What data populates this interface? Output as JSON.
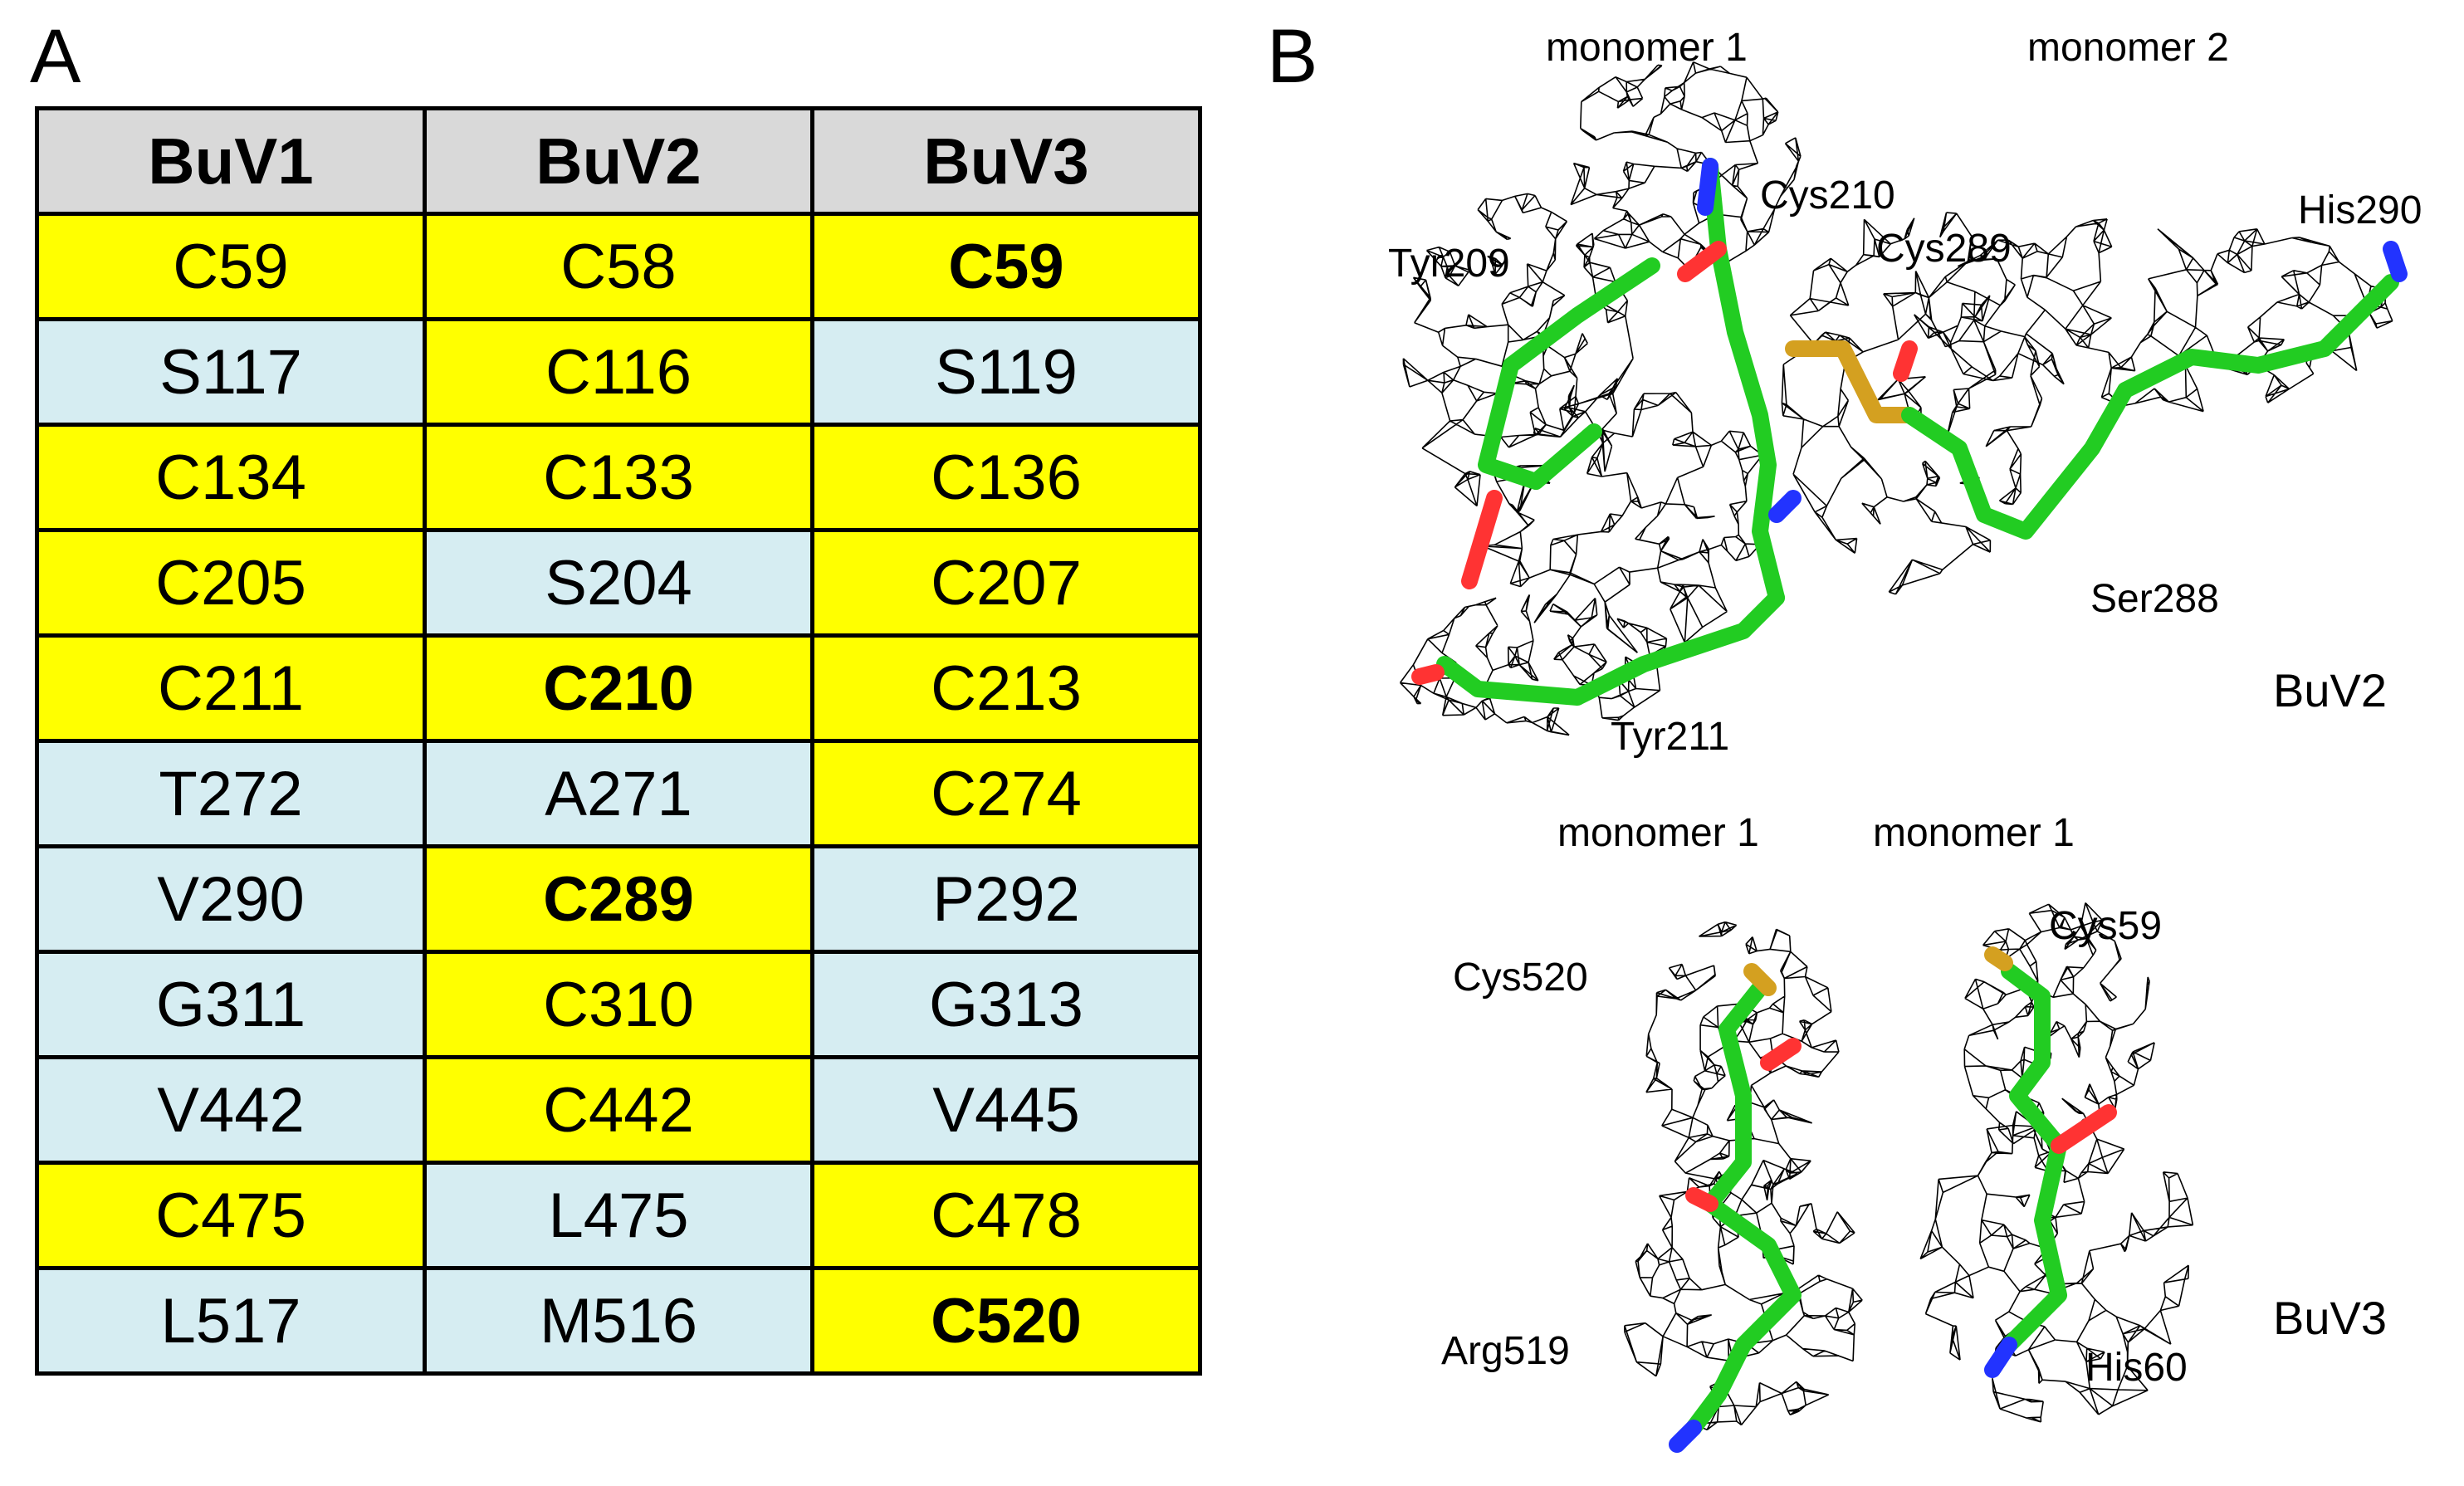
{
  "panel_a_label": "A",
  "panel_b_label": "B",
  "table": {
    "headers": [
      "BuV1",
      "BuV2",
      "BuV3"
    ],
    "rows": [
      [
        {
          "text": "C59",
          "cys": true,
          "bold": false
        },
        {
          "text": "C58",
          "cys": true,
          "bold": false
        },
        {
          "text": "C59",
          "cys": true,
          "bold": true
        }
      ],
      [
        {
          "text": "S117",
          "cys": false,
          "bold": false
        },
        {
          "text": "C116",
          "cys": true,
          "bold": false
        },
        {
          "text": "S119",
          "cys": false,
          "bold": false
        }
      ],
      [
        {
          "text": "C134",
          "cys": true,
          "bold": false
        },
        {
          "text": "C133",
          "cys": true,
          "bold": false
        },
        {
          "text": "C136",
          "cys": true,
          "bold": false
        }
      ],
      [
        {
          "text": "C205",
          "cys": true,
          "bold": false
        },
        {
          "text": "S204",
          "cys": false,
          "bold": false
        },
        {
          "text": "C207",
          "cys": true,
          "bold": false
        }
      ],
      [
        {
          "text": "C211",
          "cys": true,
          "bold": false
        },
        {
          "text": "C210",
          "cys": true,
          "bold": true
        },
        {
          "text": "C213",
          "cys": true,
          "bold": false
        }
      ],
      [
        {
          "text": "T272",
          "cys": false,
          "bold": false
        },
        {
          "text": "A271",
          "cys": false,
          "bold": false
        },
        {
          "text": "C274",
          "cys": true,
          "bold": false
        }
      ],
      [
        {
          "text": "V290",
          "cys": false,
          "bold": false
        },
        {
          "text": "C289",
          "cys": true,
          "bold": true
        },
        {
          "text": "P292",
          "cys": false,
          "bold": false
        }
      ],
      [
        {
          "text": "G311",
          "cys": false,
          "bold": false
        },
        {
          "text": "C310",
          "cys": true,
          "bold": false
        },
        {
          "text": "G313",
          "cys": false,
          "bold": false
        }
      ],
      [
        {
          "text": "V442",
          "cys": false,
          "bold": false
        },
        {
          "text": "C442",
          "cys": true,
          "bold": false
        },
        {
          "text": "V445",
          "cys": false,
          "bold": false
        }
      ],
      [
        {
          "text": "C475",
          "cys": true,
          "bold": false
        },
        {
          "text": "L475",
          "cys": false,
          "bold": false
        },
        {
          "text": "C478",
          "cys": true,
          "bold": false
        }
      ],
      [
        {
          "text": "L517",
          "cys": false,
          "bold": false
        },
        {
          "text": "M516",
          "cys": false,
          "bold": false
        },
        {
          "text": "C520",
          "cys": true,
          "bold": true
        }
      ]
    ],
    "colors": {
      "cys_cell": "#ffff00",
      "other_cell": "#d6edf2",
      "header": "#d9d9d9"
    }
  },
  "structure_b": {
    "buv2": {
      "name": "BuV2",
      "monomer_left": "monomer 1",
      "monomer_right": "monomer 2",
      "residues": [
        "Cys210",
        "Tyr209",
        "Cys289",
        "His290",
        "Ser288",
        "Tyr211"
      ]
    },
    "buv3": {
      "name": "BuV3",
      "monomer_left": "monomer 1",
      "monomer_right": "monomer 1",
      "residues": [
        "Cys520",
        "Cys59",
        "Arg519",
        "His60"
      ]
    },
    "colors": {
      "carbon": "#22cc22",
      "oxygen": "#ff3333",
      "nitrogen": "#2233ff",
      "sulfur": "#d4a020",
      "mesh": "#000000"
    }
  }
}
